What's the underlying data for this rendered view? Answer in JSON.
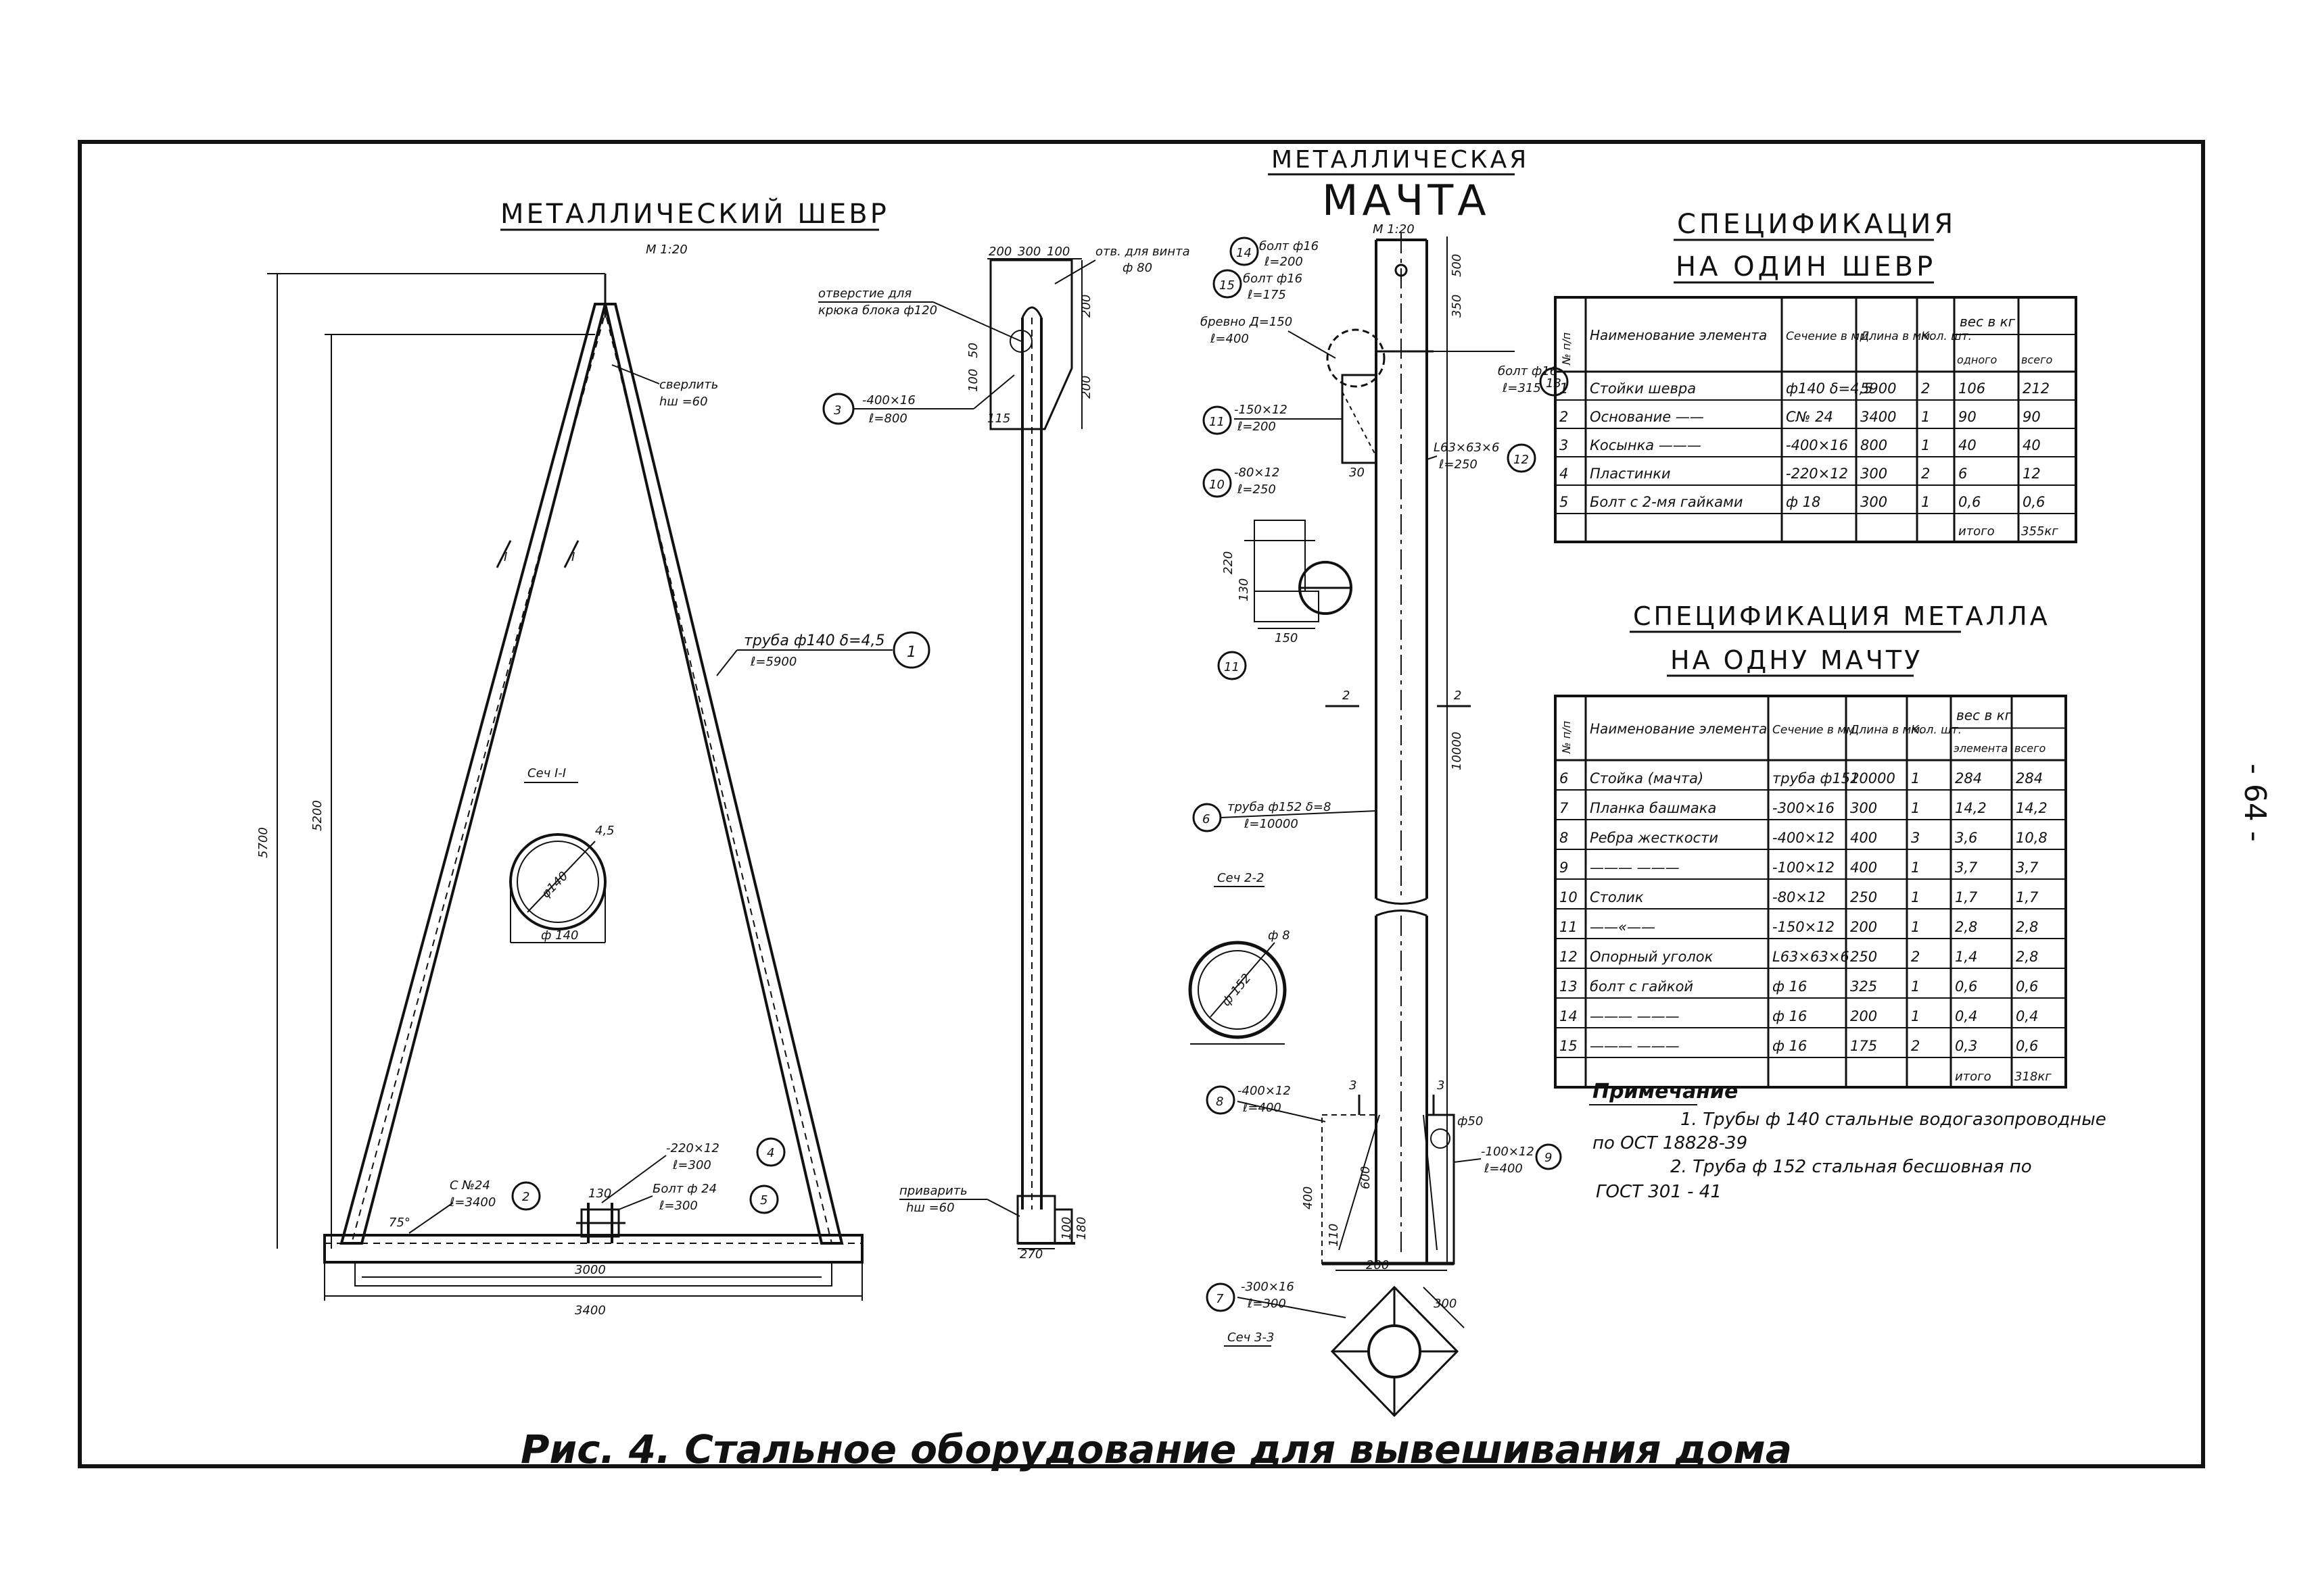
{
  "page_number": "- 64 -",
  "shevr": {
    "title": "МЕТАЛЛИЧЕСКИЙ ШЕВР",
    "scale": "М 1:20",
    "apex_label": "сверлить",
    "apex_value": "hш =60",
    "marks": [
      "I",
      "I"
    ],
    "pipe_label": "труба ф140 δ=4,5",
    "pipe_length": "ℓ=5900",
    "pipe_num": "1",
    "section_title": "Сеч I-I",
    "section_dim": "φ140",
    "section_thk": "4,5",
    "section_width": "ф 140",
    "height_outer": "5700",
    "height_inner": "5200",
    "angle": "75°",
    "channel_label": "С №24",
    "channel_len": "ℓ=3400",
    "channel_num": "2",
    "plate_label": "-220×12",
    "plate_len": "ℓ=300",
    "plate_num": "4",
    "bolt_label": "Болт ф 24",
    "bolt_len": "ℓ=300",
    "bolt_num": "5",
    "plate_w": "130",
    "base_inner": "3000",
    "base_outer": "3400"
  },
  "side": {
    "dim_top": "200",
    "dim_gap": "300",
    "dim_rt": "100",
    "hole_label": "отверстие для",
    "hole_label2": "крюка блока ф120",
    "hole_screw": "отв. для винта",
    "hole_screw2": "ф 80",
    "dim_a": "200",
    "dim_b": "200",
    "dim_50": "50",
    "dim_100": "100",
    "dim_115": "115",
    "plate_label": "-400×16",
    "plate_len": "ℓ=800",
    "plate_num": "3",
    "weld_label": "приварить",
    "weld_value": "hш =60",
    "dim_bot1": "270",
    "dim_bot2": "100",
    "dim_bot3": "180"
  },
  "mast": {
    "title_1": "МЕТАЛЛИЧЕСКАЯ",
    "title_2": "МАЧТА",
    "scale": "М 1:20",
    "bolt14": "болт ф16",
    "bolt14_len": "ℓ=200",
    "bolt14_num": "14",
    "bolt15": "болт ф16",
    "bolt15_len": "ℓ=175",
    "bolt15_num": "15",
    "log": "бревно Д=150",
    "log_len": "ℓ=400",
    "dim_500": "500",
    "dim_350": "350",
    "bolt13": "болт ф16",
    "bolt13_len": "ℓ=315",
    "bolt13_num": "13",
    "p11": "-150×12",
    "p11_len": "ℓ=200",
    "p11_num": "11",
    "angle12": "L63×63×6",
    "angle12_len": "ℓ=250",
    "angle12_num": "12",
    "p10": "-80×12",
    "p10_len": "ℓ=250",
    "p10_num": "10",
    "dim_30": "30",
    "dim_220": "220",
    "dim_130": "130",
    "dim_150": "150",
    "node_num": "11",
    "mark2": "2",
    "pipe6": "труба ф152 δ=8",
    "pipe6_len": "ℓ=10000",
    "pipe6_num": "6",
    "height": "10000",
    "section2": "Сеч 2-2",
    "section2_dim": "ф 152",
    "section2_w": "ф 8",
    "p8": "-400×12",
    "p8_len": "ℓ=400",
    "p8_num": "8",
    "mark3": "3",
    "dim_400": "400",
    "dim_600": "600",
    "dim_110": "110",
    "dim_50b": "ф50",
    "p9": "-100×12",
    "p9_len": "ℓ=400",
    "p9_num": "9",
    "dim_200": "200",
    "p7": "-300×16",
    "p7_len": "ℓ=300",
    "p7_num": "7",
    "dim_300": "300",
    "section3": "Сеч 3-3"
  },
  "spec1": {
    "title_1": "СПЕЦИФИКАЦИЯ",
    "title_2": "НА ОДИН ШЕВР",
    "headers": [
      "№ п/п",
      "Наименование элемента",
      "Сечение в мм.",
      "Длина в мм.",
      "Кол. шт.",
      "вес в кг"
    ],
    "subheaders": [
      "одного",
      "всего"
    ],
    "rows": [
      [
        "1",
        "Стойки шевра",
        "ф140 δ=4,5",
        "5900",
        "2",
        "106",
        "212"
      ],
      [
        "2",
        "Основание ——",
        "С№ 24",
        "3400",
        "1",
        "90",
        "90"
      ],
      [
        "3",
        "Косынка ———",
        "-400×16",
        "800",
        "1",
        "40",
        "40"
      ],
      [
        "4",
        "Пластинки",
        "-220×12",
        "300",
        "2",
        "6",
        "12"
      ],
      [
        "5",
        "Болт с 2-мя гайками",
        "ф 18",
        "300",
        "1",
        "0,6",
        "0,6"
      ]
    ],
    "total_label": "итого",
    "total_value": "355кг"
  },
  "spec2": {
    "title_1": "СПЕЦИФИКАЦИЯ МЕТАЛЛА",
    "title_2": "НА ОДНУ МАЧТУ",
    "headers": [
      "№ п/п",
      "Наименование элемента",
      "Сечение в мм.",
      "Длина в мм.",
      "Кол. шт.",
      "вес в кг"
    ],
    "subheaders": [
      "элемента",
      "всего"
    ],
    "rows": [
      [
        "6",
        "Стойка (мачта)",
        "труба ф152",
        "10000",
        "1",
        "284",
        "284"
      ],
      [
        "7",
        "Планка башмака",
        "-300×16",
        "300",
        "1",
        "14,2",
        "14,2"
      ],
      [
        "8",
        "Ребра жесткости",
        "-400×12",
        "400",
        "3",
        "3,6",
        "10,8"
      ],
      [
        "9",
        "——— ———",
        "-100×12",
        "400",
        "1",
        "3,7",
        "3,7"
      ],
      [
        "10",
        "Столик",
        "-80×12",
        "250",
        "1",
        "1,7",
        "1,7"
      ],
      [
        "11",
        "——«——",
        "-150×12",
        "200",
        "1",
        "2,8",
        "2,8"
      ],
      [
        "12",
        "Опорный уголок",
        "L63×63×6",
        "250",
        "2",
        "1,4",
        "2,8"
      ],
      [
        "13",
        "болт с гайкой",
        "ф 16",
        "325",
        "1",
        "0,6",
        "0,6"
      ],
      [
        "14",
        "——— ———",
        "ф 16",
        "200",
        "1",
        "0,4",
        "0,4"
      ],
      [
        "15",
        "——— ———",
        "ф 16",
        "175",
        "2",
        "0,3",
        "0,6"
      ]
    ],
    "total_label": "итого",
    "total_value": "318кг"
  },
  "notes": {
    "title": "Примечание",
    "line1": "1. Трубы ф 140 стальные водогазопроводные",
    "line2": "по ОСТ 18828-39",
    "line3": "2. Труба ф 152 стальная бесшовная по",
    "line4": "ГОСТ 301 - 41"
  },
  "caption": "Рис. 4. Стальное оборудование для вывешивания дома"
}
